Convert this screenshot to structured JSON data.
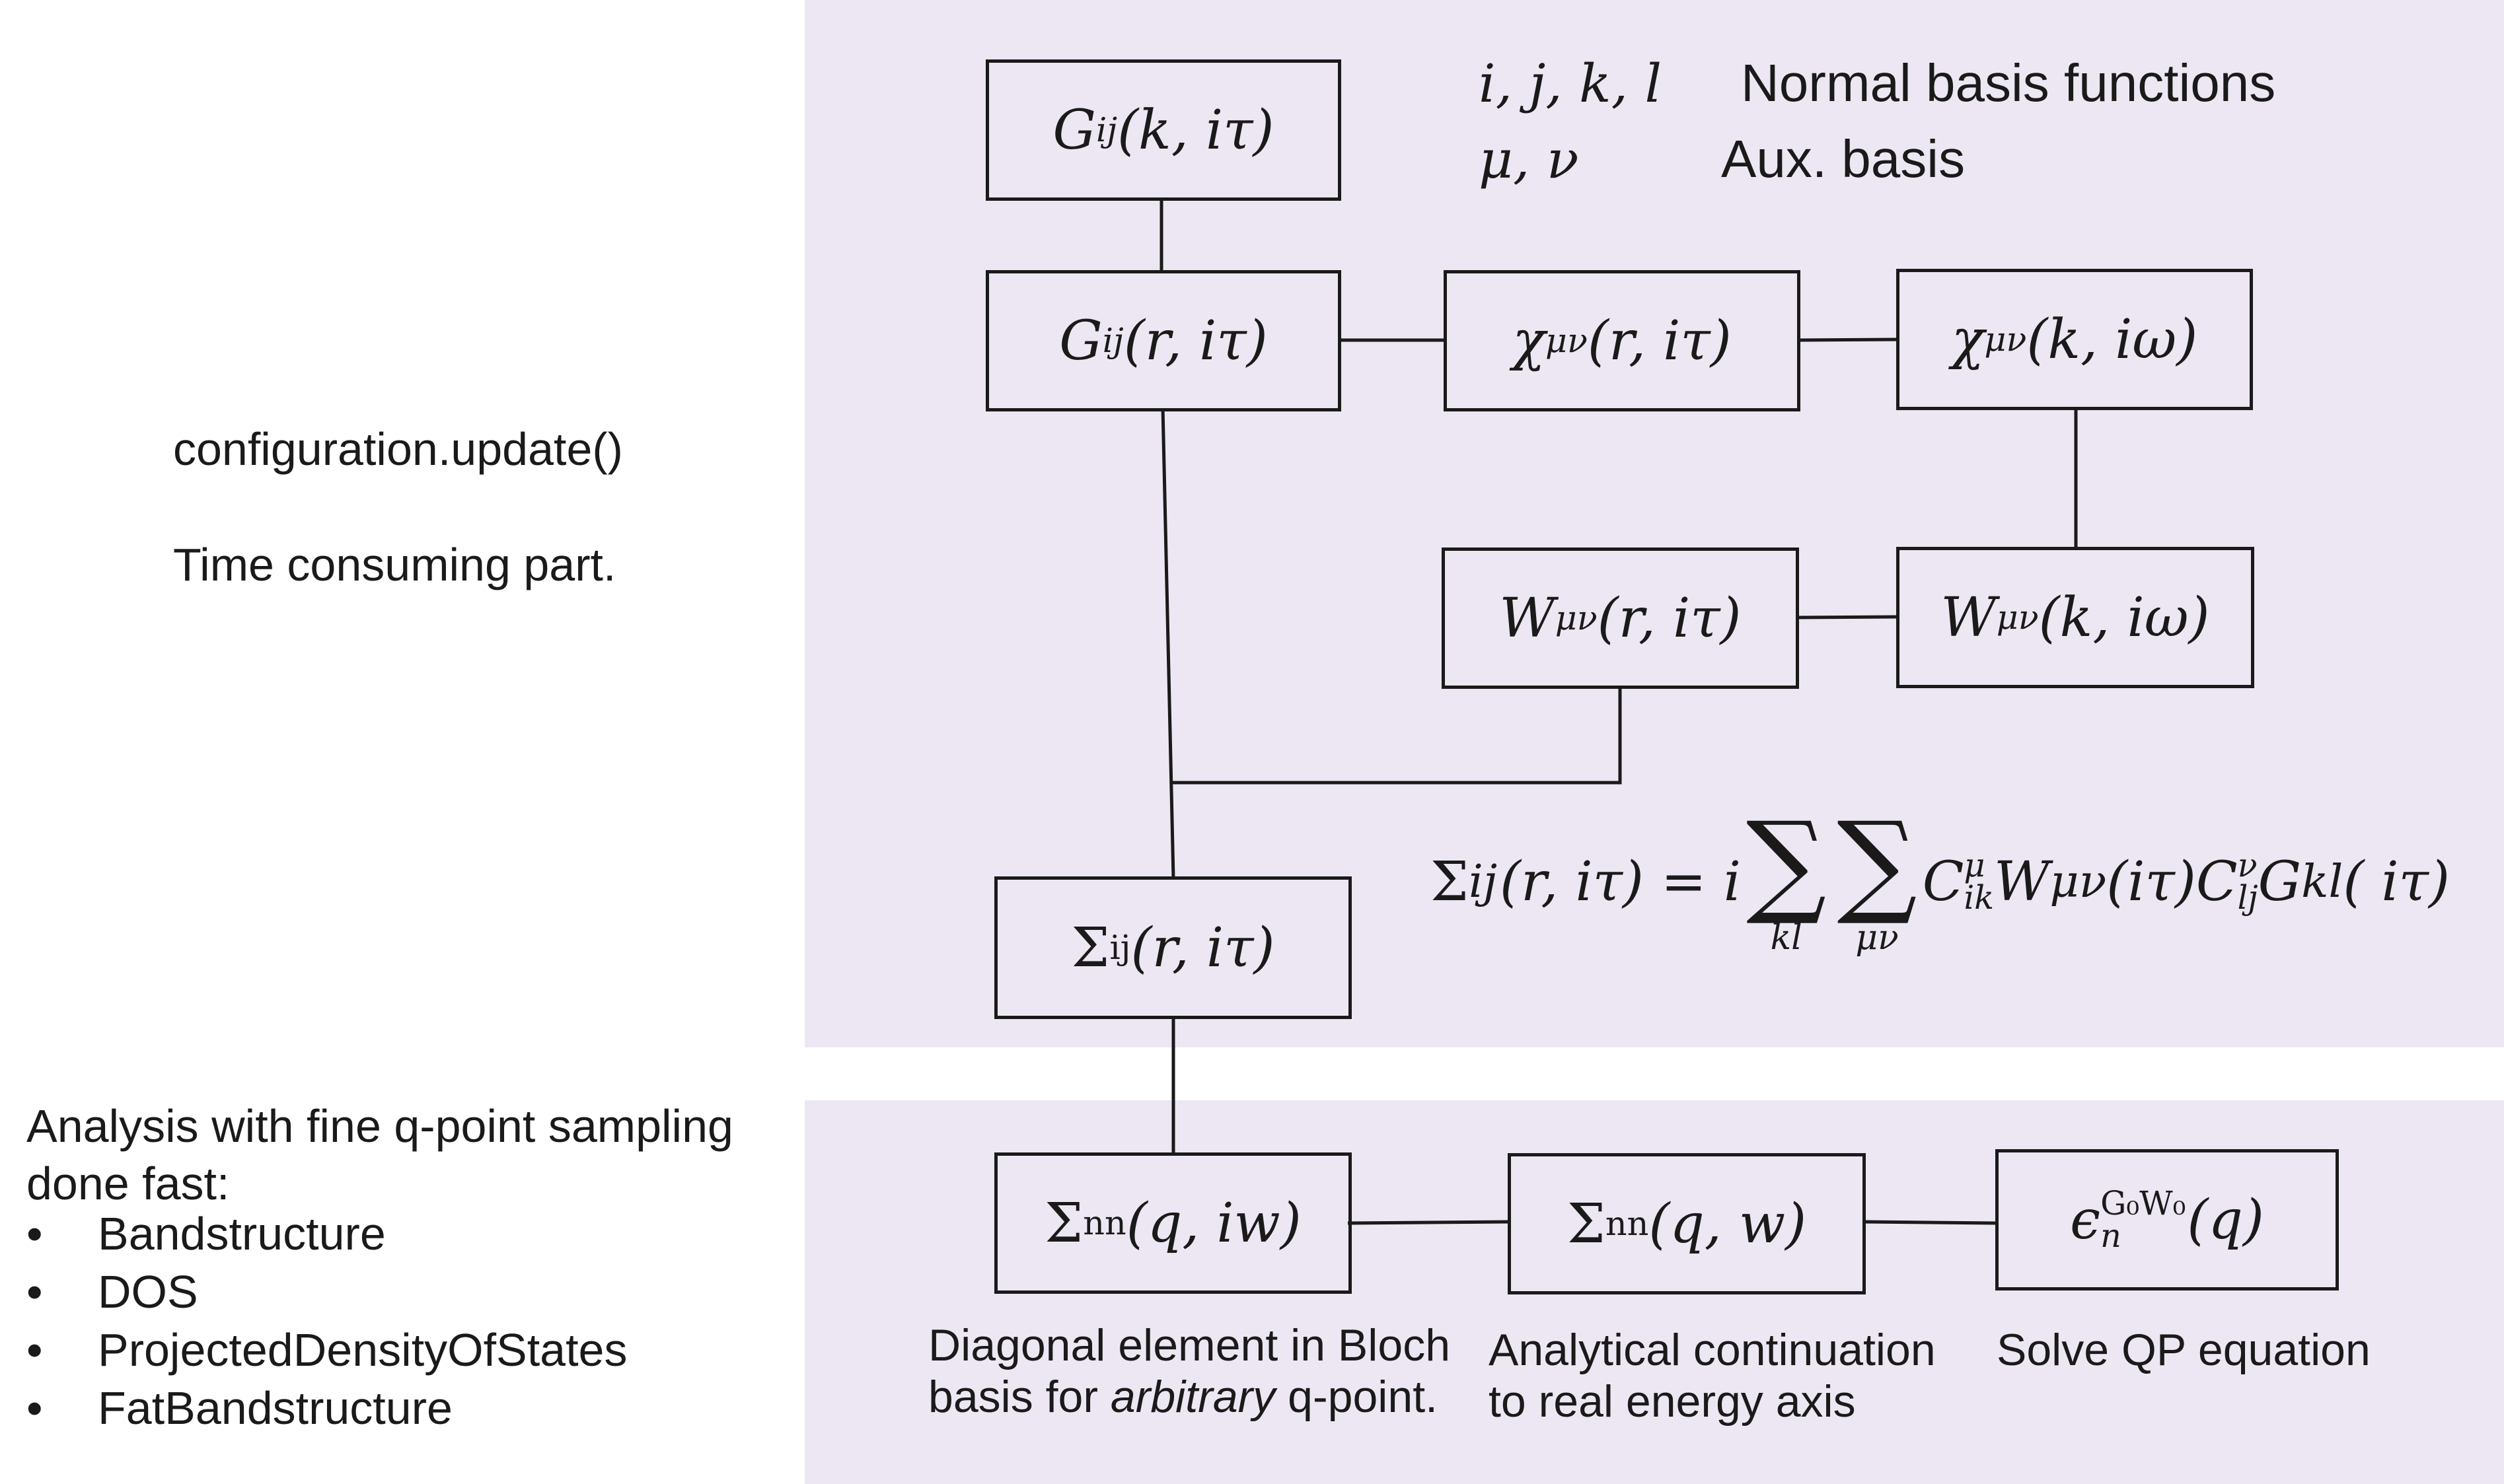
{
  "legend": {
    "normal_symbols": "i, j, k, l",
    "normal_label": "Normal basis functions",
    "aux_symbols": "μ, ν",
    "aux_label": "Aux. basis"
  },
  "left_notes": {
    "update_call": "configuration.update()",
    "time_note": "Time consuming part."
  },
  "analysis": {
    "heading_line1": "Analysis with fine q-point sampling",
    "heading_line2": "done fast:",
    "items": [
      "Bandstructure",
      "DOS",
      "ProjectedDensityOfStates",
      "FatBandstructure"
    ]
  },
  "boxes": {
    "g_k": {
      "sym": "G",
      "sub": "ij",
      "args": "(k, iτ)"
    },
    "g_r": {
      "sym": "G",
      "sub": "ij",
      "args": "(r, iτ)"
    },
    "chi_r": {
      "sym": "χ",
      "sub": "μν",
      "args": "(r, iτ)"
    },
    "chi_k": {
      "sym": "χ",
      "sub": "μν",
      "args": "(k, iω)"
    },
    "w_r": {
      "sym": "W",
      "sub": "μν",
      "args": "(r, iτ)"
    },
    "w_k": {
      "sym": "W",
      "sub": "μν",
      "args": "(k, iω)"
    },
    "sigma_r": {
      "sym": "Σ",
      "sub": "ij",
      "args": "(r, iτ)"
    },
    "sigma_qiw": {
      "sym": "Σ",
      "sub": "nn",
      "args": "(q, iw)"
    },
    "sigma_qw": {
      "sym": "Σ",
      "sub": "nn",
      "args": "(q, w)"
    },
    "eps": {
      "sym": "ϵ",
      "sub": "n",
      "sup": "G₀W₀",
      "args": "(q)"
    }
  },
  "formula": {
    "lhs_sym": "Σ",
    "lhs_sub": "ij",
    "lhs_args": "(r, iτ) = i",
    "sum1_limit": "kl",
    "sum2_limit": "μν",
    "c1_sym": "C",
    "c1_sup": "μ",
    "c1_sub": "ik",
    "w_sym": "W",
    "w_sub": "μν",
    "w_args": "(iτ)",
    "c2_sym": "C",
    "c2_sup": "ν",
    "c2_sub": "lj",
    "g_sym": "G",
    "g_sub": "kl",
    "g_args": "( iτ)"
  },
  "notes": {
    "diag_line1": "Diagonal element in Bloch",
    "diag_line2_pre": "basis for ",
    "diag_line2_em": "arbitrary",
    "diag_line2_post": " q-point.",
    "cont_line1": "Analytical continuation",
    "cont_line2": "to real energy axis",
    "qp": "Solve QP equation"
  }
}
